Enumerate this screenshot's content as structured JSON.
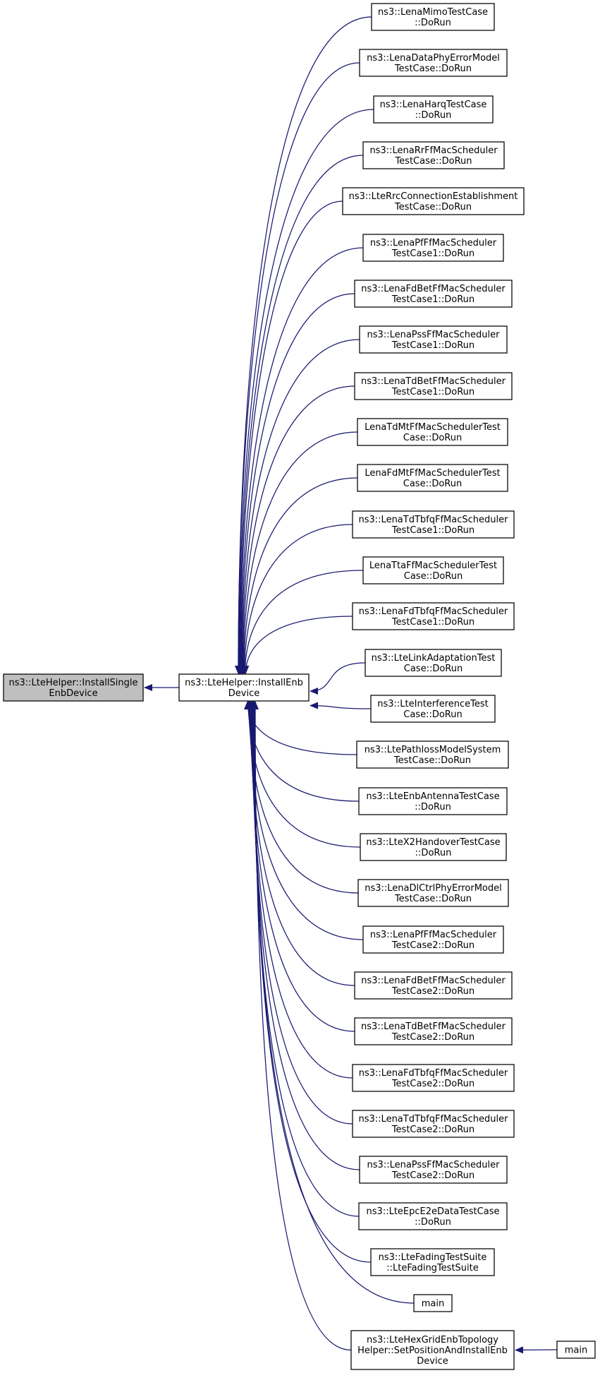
{
  "colors": {
    "edge": "#191970",
    "root_fill": "#bfbfbf",
    "node_fill": "#ffffff",
    "border": "#000000"
  },
  "nodes": [
    {
      "id": "root",
      "lines": [
        "ns3::LteHelper::InstallSingle",
        "EnbDevice"
      ]
    },
    {
      "id": "hub",
      "lines": [
        "ns3::LteHelper::InstallEnb",
        "Device"
      ]
    },
    {
      "id": "c0",
      "lines": [
        "ns3::LenaMimoTestCase",
        "::DoRun"
      ]
    },
    {
      "id": "c1",
      "lines": [
        "ns3::LenaDataPhyErrorModel",
        "TestCase::DoRun"
      ]
    },
    {
      "id": "c2",
      "lines": [
        "ns3::LenaHarqTestCase",
        "::DoRun"
      ]
    },
    {
      "id": "c3",
      "lines": [
        "ns3::LenaRrFfMacScheduler",
        "TestCase::DoRun"
      ]
    },
    {
      "id": "c4",
      "lines": [
        "ns3::LteRrcConnectionEstablishment",
        "TestCase::DoRun"
      ]
    },
    {
      "id": "c5",
      "lines": [
        "ns3::LenaPfFfMacScheduler",
        "TestCase1::DoRun"
      ]
    },
    {
      "id": "c6",
      "lines": [
        "ns3::LenaFdBetFfMacScheduler",
        "TestCase1::DoRun"
      ]
    },
    {
      "id": "c7",
      "lines": [
        "ns3::LenaPssFfMacScheduler",
        "TestCase1::DoRun"
      ]
    },
    {
      "id": "c8",
      "lines": [
        "ns3::LenaTdBetFfMacScheduler",
        "TestCase1::DoRun"
      ]
    },
    {
      "id": "c9",
      "lines": [
        "LenaTdMtFfMacSchedulerTest",
        "Case::DoRun"
      ]
    },
    {
      "id": "c10",
      "lines": [
        "LenaFdMtFfMacSchedulerTest",
        "Case::DoRun"
      ]
    },
    {
      "id": "c11",
      "lines": [
        "ns3::LenaTdTbfqFfMacScheduler",
        "TestCase1::DoRun"
      ]
    },
    {
      "id": "c12",
      "lines": [
        "LenaTtaFfMacSchedulerTest",
        "Case::DoRun"
      ]
    },
    {
      "id": "c13",
      "lines": [
        "ns3::LenaFdTbfqFfMacScheduler",
        "TestCase1::DoRun"
      ]
    },
    {
      "id": "c14",
      "lines": [
        "ns3::LteLinkAdaptationTest",
        "Case::DoRun"
      ]
    },
    {
      "id": "c15",
      "lines": [
        "ns3::LteInterferenceTest",
        "Case::DoRun"
      ]
    },
    {
      "id": "c16",
      "lines": [
        "ns3::LtePathlossModelSystem",
        "TestCase::DoRun"
      ]
    },
    {
      "id": "c17",
      "lines": [
        "ns3::LteEnbAntennaTestCase",
        "::DoRun"
      ]
    },
    {
      "id": "c18",
      "lines": [
        "ns3::LteX2HandoverTestCase",
        "::DoRun"
      ]
    },
    {
      "id": "c19",
      "lines": [
        "ns3::LenaDlCtrlPhyErrorModel",
        "TestCase::DoRun"
      ]
    },
    {
      "id": "c20",
      "lines": [
        "ns3::LenaPfFfMacScheduler",
        "TestCase2::DoRun"
      ]
    },
    {
      "id": "c21",
      "lines": [
        "ns3::LenaFdBetFfMacScheduler",
        "TestCase2::DoRun"
      ]
    },
    {
      "id": "c22",
      "lines": [
        "ns3::LenaTdBetFfMacScheduler",
        "TestCase2::DoRun"
      ]
    },
    {
      "id": "c23",
      "lines": [
        "ns3::LenaFdTbfqFfMacScheduler",
        "TestCase2::DoRun"
      ]
    },
    {
      "id": "c24",
      "lines": [
        "ns3::LenaTdTbfqFfMacScheduler",
        "TestCase2::DoRun"
      ]
    },
    {
      "id": "c25",
      "lines": [
        "ns3::LenaPssFfMacScheduler",
        "TestCase2::DoRun"
      ]
    },
    {
      "id": "c26",
      "lines": [
        "ns3::LteEpcE2eDataTestCase",
        "::DoRun"
      ]
    },
    {
      "id": "c27",
      "lines": [
        "ns3::LteFadingTestSuite",
        "::LteFadingTestSuite"
      ]
    },
    {
      "id": "c28",
      "lines": [
        "main"
      ]
    },
    {
      "id": "c29",
      "lines": [
        "ns3::LteHexGridEnbTopology",
        "Helper::SetPositionAndInstallEnb",
        "Device"
      ]
    },
    {
      "id": "c30",
      "lines": [
        "main"
      ]
    }
  ],
  "edges": [
    {
      "from": "hub",
      "to": "root"
    },
    {
      "from": "c0",
      "to": "hub"
    },
    {
      "from": "c1",
      "to": "hub"
    },
    {
      "from": "c2",
      "to": "hub"
    },
    {
      "from": "c3",
      "to": "hub"
    },
    {
      "from": "c4",
      "to": "hub"
    },
    {
      "from": "c5",
      "to": "hub"
    },
    {
      "from": "c6",
      "to": "hub"
    },
    {
      "from": "c7",
      "to": "hub"
    },
    {
      "from": "c8",
      "to": "hub"
    },
    {
      "from": "c9",
      "to": "hub"
    },
    {
      "from": "c10",
      "to": "hub"
    },
    {
      "from": "c11",
      "to": "hub"
    },
    {
      "from": "c12",
      "to": "hub"
    },
    {
      "from": "c13",
      "to": "hub"
    },
    {
      "from": "c14",
      "to": "hub"
    },
    {
      "from": "c15",
      "to": "hub"
    },
    {
      "from": "c16",
      "to": "hub"
    },
    {
      "from": "c17",
      "to": "hub"
    },
    {
      "from": "c18",
      "to": "hub"
    },
    {
      "from": "c19",
      "to": "hub"
    },
    {
      "from": "c20",
      "to": "hub"
    },
    {
      "from": "c21",
      "to": "hub"
    },
    {
      "from": "c22",
      "to": "hub"
    },
    {
      "from": "c23",
      "to": "hub"
    },
    {
      "from": "c24",
      "to": "hub"
    },
    {
      "from": "c25",
      "to": "hub"
    },
    {
      "from": "c26",
      "to": "hub"
    },
    {
      "from": "c27",
      "to": "hub"
    },
    {
      "from": "c28",
      "to": "hub"
    },
    {
      "from": "c29",
      "to": "hub"
    },
    {
      "from": "c30",
      "to": "c29"
    }
  ]
}
